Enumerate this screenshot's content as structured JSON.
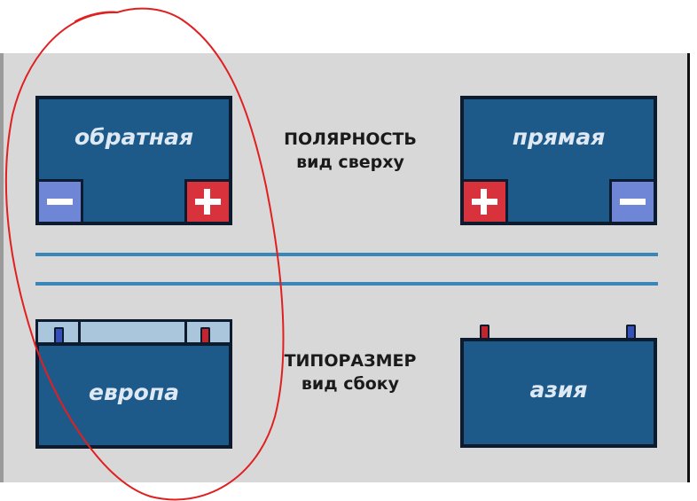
{
  "polarity": {
    "left_battery": "обратная",
    "right_battery": "прямая",
    "caption_line1": "ПОЛЯРНОСТЬ",
    "caption_line2": "вид сверху"
  },
  "size": {
    "left_battery": "европа",
    "right_battery": "азия",
    "caption_line1": "ТИПОРАЗМЕР",
    "caption_line2": "вид сбоку"
  },
  "colors": {
    "battery": "#1d5a8a",
    "negative": "#6f86d6",
    "positive": "#d8323c",
    "divider": "#3a86b8",
    "annotation": "#e02020"
  }
}
